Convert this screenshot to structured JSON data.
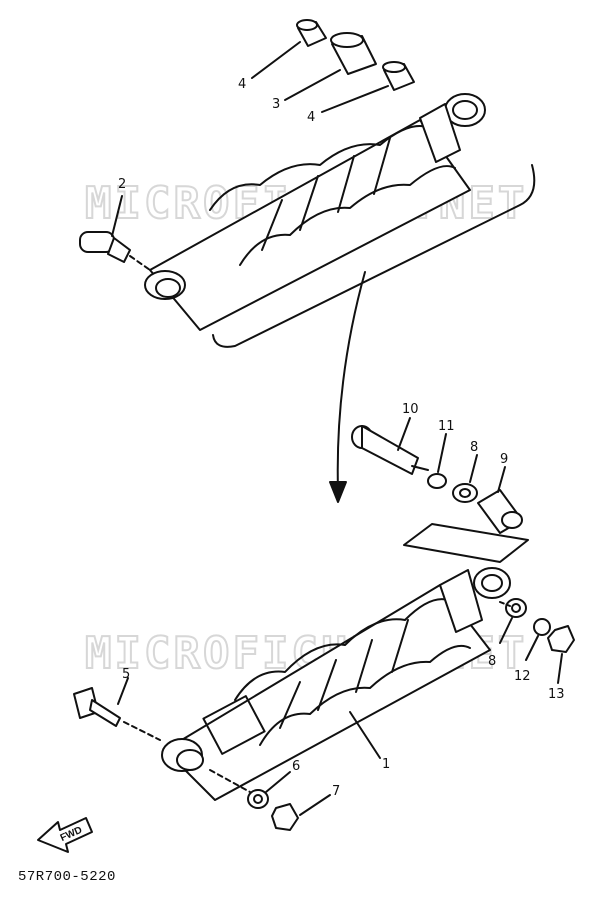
{
  "watermark": "MICROFICHES.NET",
  "drawing_code": "57R700-5220",
  "fwd_label": "FWD",
  "callouts": {
    "top": [
      "4",
      "3",
      "4",
      "2"
    ],
    "bottom": [
      "10",
      "11",
      "8",
      "9",
      "1",
      "5",
      "6",
      "7",
      "8",
      "12",
      "13"
    ]
  }
}
